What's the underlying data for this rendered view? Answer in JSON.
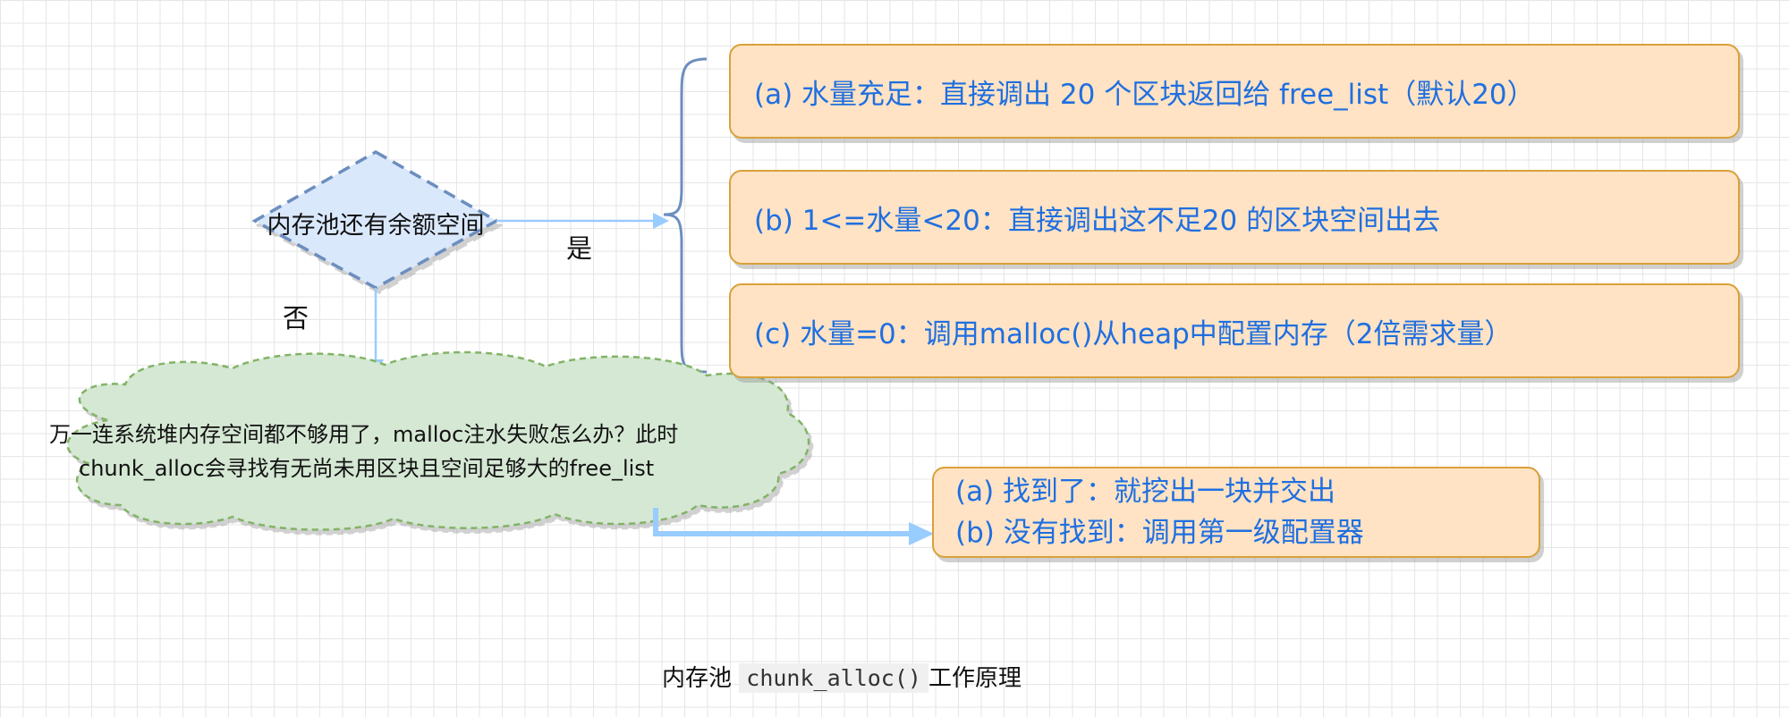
{
  "decision": {
    "label": "内存池还有余额空间"
  },
  "edges": {
    "yes": "是",
    "no": "否"
  },
  "results": [
    {
      "text": "(a) 水量充足：直接调出 20 个区块返回给 free_list（默认20）"
    },
    {
      "text": "(b) 1<=水量<20：直接调出这不足20 的区块空间出去"
    },
    {
      "text": "(c) 水量=0：调用malloc()从heap中配置内存（2倍需求量）"
    }
  ],
  "cloud": {
    "line1": "万一连系统堆内存空间都不够用了，malloc注水失败怎么办？此时",
    "line2": "chunk_alloc会寻找有无尚未用区块且空间足够大的free_list"
  },
  "fallback": {
    "line1": "(a) 找到了：就挖出一块并交出",
    "line2": "(b) 没有找到：调用第一级配置器"
  },
  "caption": {
    "prefix": "内存池",
    "code": "chunk_alloc()",
    "suffix": "工作原理"
  },
  "colors": {
    "diamond_fill": "#dae8fc",
    "diamond_stroke": "#6c8ebf",
    "cloud_fill": "#d5e8d4",
    "cloud_stroke": "#82b366",
    "box_fill": "#ffe3c4",
    "box_stroke": "#d9a13a",
    "box_text": "#1f6fe0",
    "arrow": "#99ccff",
    "brace": "#6c8ebf"
  }
}
